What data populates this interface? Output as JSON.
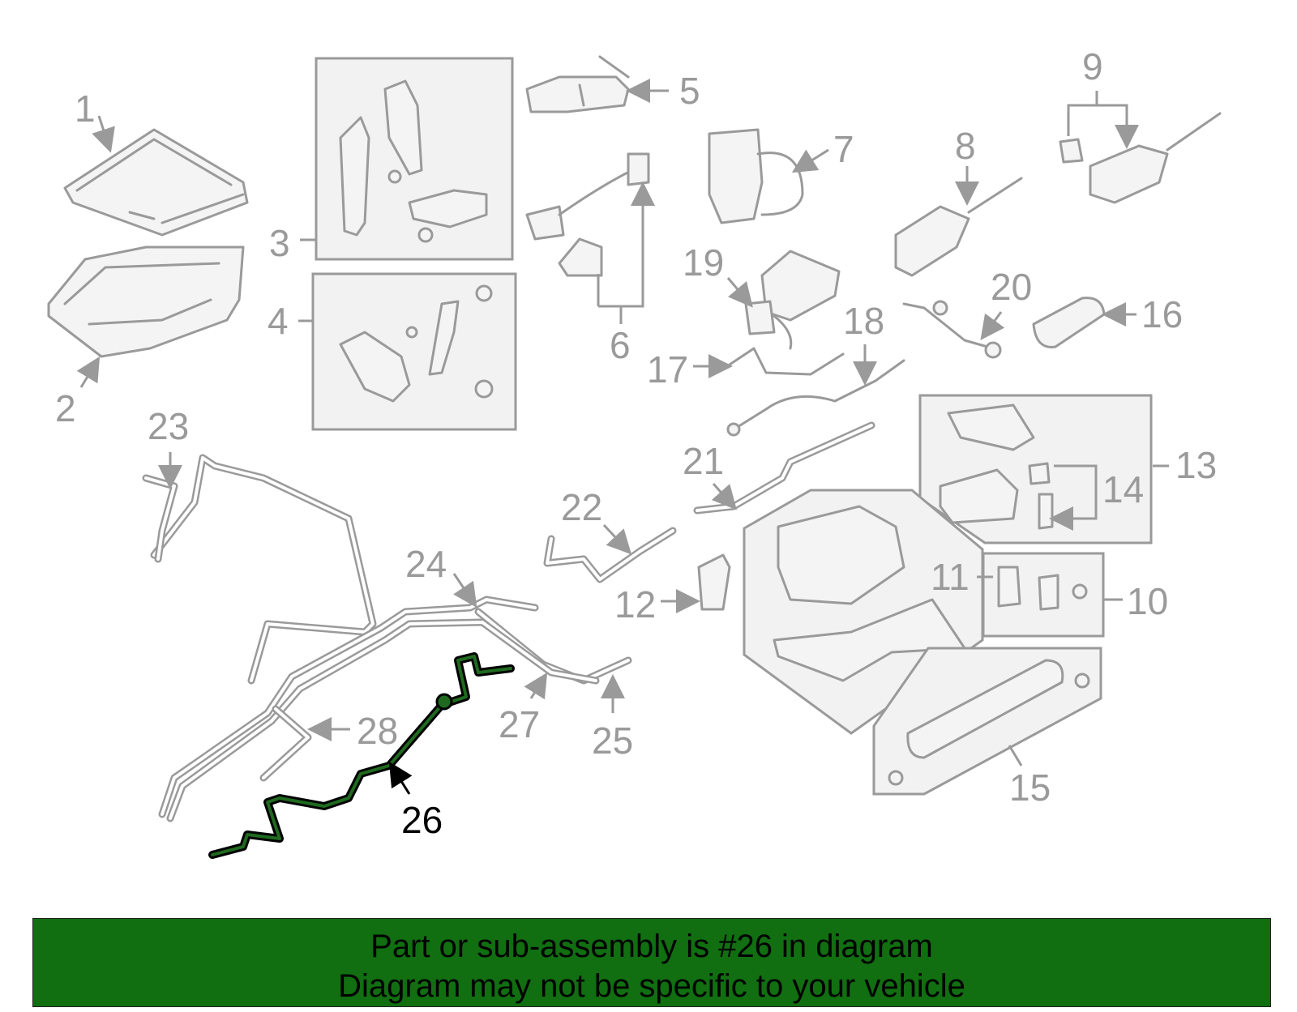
{
  "callouts": {
    "c1": "1",
    "c2": "2",
    "c3": "3",
    "c4": "4",
    "c5": "5",
    "c6": "6",
    "c7": "7",
    "c8": "8",
    "c9": "9",
    "c10": "10",
    "c11": "11",
    "c12": "12",
    "c13": "13",
    "c14": "14",
    "c15": "15",
    "c16": "16",
    "c17": "17",
    "c18": "18",
    "c19": "19",
    "c20": "20",
    "c21": "21",
    "c22": "22",
    "c23": "23",
    "c24": "24",
    "c25": "25",
    "c26": "26",
    "c27": "27",
    "c28": "28"
  },
  "highlight": {
    "part_number": "26",
    "color": "#1f6a1f"
  },
  "colors": {
    "part_gray": "#9a9a9a",
    "footer_green": "#116e11"
  },
  "footer": {
    "line1": "Part or sub-assembly is #26 in diagram",
    "line2": "Diagram may not be specific to your vehicle"
  }
}
